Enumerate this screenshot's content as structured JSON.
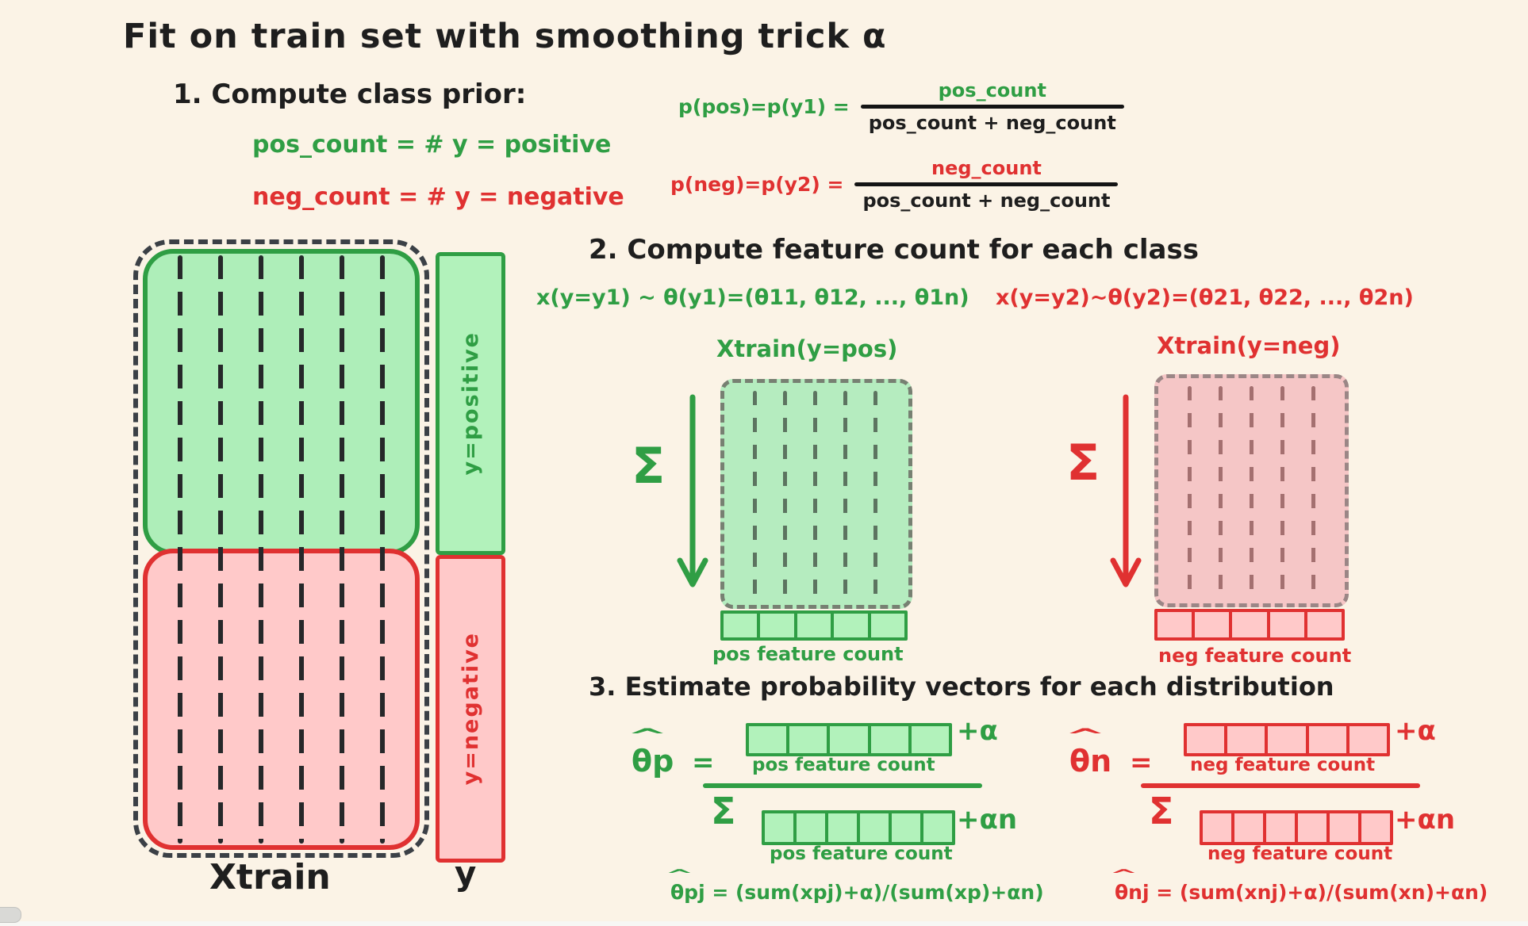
{
  "colors": {
    "background": "#fbf3e6",
    "ink": "#1e1e1e",
    "green": "#2f9e44",
    "green_fill": "#b2f2bb",
    "red": "#e03131",
    "red_fill": "#ffc9c9"
  },
  "title": "Fit on train set with smoothing trick α",
  "step1": {
    "heading": "1. Compute class prior:",
    "pos_def": "pos_count = # y = positive",
    "neg_def": "neg_count = # y = negative",
    "prior_pos": {
      "lhs": "p(pos)=p(y1) =",
      "num": "pos_count",
      "den": "pos_count + neg_count"
    },
    "prior_neg": {
      "lhs": "p(neg)=p(y2) =",
      "num": "neg_count",
      "den": "pos_count + neg_count"
    }
  },
  "xtrain": {
    "label": "Xtrain",
    "y_label": "y",
    "pos_label": "y=positive",
    "neg_label": "y=negative"
  },
  "step2": {
    "heading": "2. Compute feature count for each class",
    "pos_dist": "x(y=y1) ~ θ(y1)=(θ11, θ12, ..., θ1n)",
    "neg_dist": "x(y=y2)~θ(y2)=(θ21, θ22, ..., θ2n)",
    "pos_matrix_label": "Xtrain(y=pos)",
    "neg_matrix_label": "Xtrain(y=neg)",
    "sigma": "Σ",
    "pos_vec_label": "pos feature count",
    "neg_vec_label": "neg feature count"
  },
  "step3": {
    "heading": "3. Estimate probability vectors for each distribution",
    "hat": "^",
    "theta_p": "θp",
    "theta_n": "θn",
    "eq": "=",
    "plus_alpha": "+α",
    "plus_alpha_n": "+αn",
    "sigma": "Σ",
    "pos_vec_label": "pos feature count",
    "neg_vec_label": "neg feature count",
    "pos_formula_theta": "θpj",
    "pos_formula_rest": " = (sum(xpj)+α)/(sum(xp)+αn)",
    "neg_formula_theta": "θnj",
    "neg_formula_rest": " = (sum(xnj)+α)/(sum(xn)+αn)"
  }
}
